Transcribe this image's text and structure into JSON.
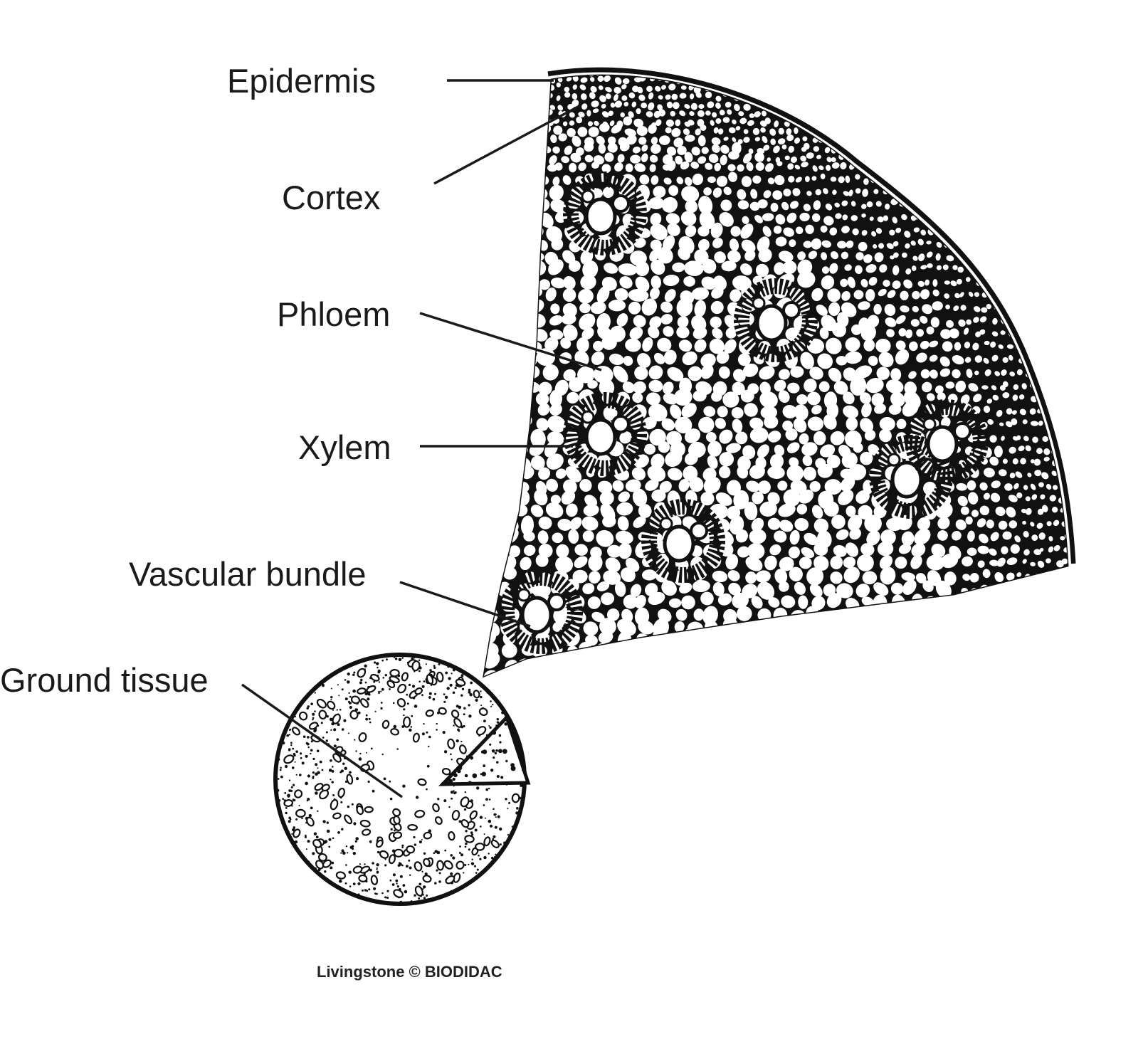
{
  "labels": {
    "epidermis": "Epidermis",
    "cortex": "Cortex",
    "phloem": "Phloem",
    "xylem": "Xylem",
    "vascular_bundle": "Vascular bundle",
    "ground_tissue": "Ground tissue"
  },
  "credit": "Livingstone © BIODIDAC",
  "colors": {
    "ink": "#1a1a1a",
    "background": "#ffffff"
  }
}
